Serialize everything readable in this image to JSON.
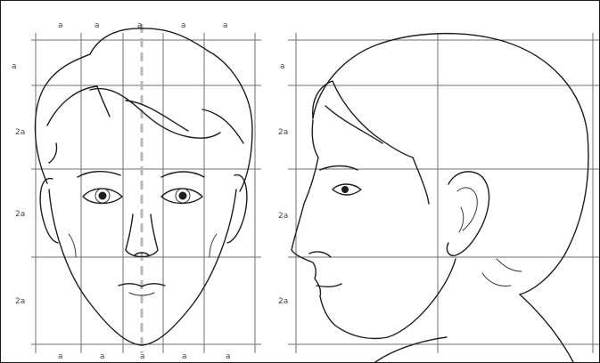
{
  "front_view": {
    "top_labels": [
      "a",
      "a",
      "a",
      "a",
      "a"
    ],
    "side_labels": [
      "a",
      "2a",
      "2a",
      "2a"
    ],
    "bottom_labels": [
      "a",
      "a",
      "a",
      "a",
      "a"
    ]
  },
  "profile_view": {
    "side_labels": [
      "a",
      "2a",
      "2a",
      "2a"
    ]
  },
  "colors": {
    "line": "#1e1e1e",
    "grid": "#6f6f6f",
    "centerline": "#b8b8b8",
    "background": "#ffffff"
  }
}
